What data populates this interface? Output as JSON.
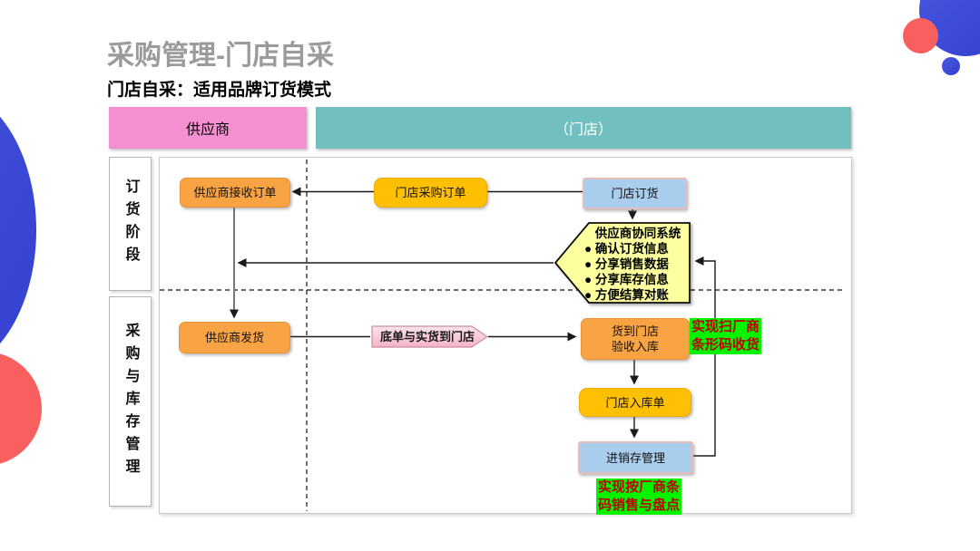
{
  "slide": {
    "title": "采购管理-门店自采",
    "subtitle": "门店自采：适用品牌订货模式"
  },
  "lanes": {
    "supplier": "供应商",
    "store": "（门店）"
  },
  "stages": {
    "ordering": "订货阶段",
    "procurement": "采购与库存管理"
  },
  "nodes": {
    "supplier_receive_order": "供应商接收订单",
    "store_purchase_order": "门店采购订单",
    "store_order": "门店订货",
    "collab_system": {
      "title": "供应商协同系统",
      "bullets": [
        "● 确认订货信息",
        "● 分享销售数据",
        "● 分享库存信息",
        "● 方便结算对账"
      ]
    },
    "supplier_ship": "供应商发货",
    "delivery_note": "底单与实货到门店",
    "goods_arrive_line1": "货到门店",
    "goods_arrive_line2": "验收入库",
    "store_inbound_order": "门店入库单",
    "inventory_mgmt": "进销存管理"
  },
  "annotations": {
    "receive_barcode": {
      "line1": "实现扫厂商",
      "line2": "条形码收货"
    },
    "sale_barcode": {
      "line1": "实现按厂商条",
      "line2": "码销售与盘点"
    }
  },
  "colors": {
    "accent_orange": "#F9A444",
    "accent_yellow": "#FFC003",
    "accent_blue": "#A9CDEC",
    "accent_pink": "#F48FD0",
    "accent_teal": "#72BFC0",
    "collab_yellow": "#FEFF9E",
    "highlight_green": "#00F400",
    "highlight_text_red": "#C00000",
    "title_gray": "#9B9B9B"
  }
}
